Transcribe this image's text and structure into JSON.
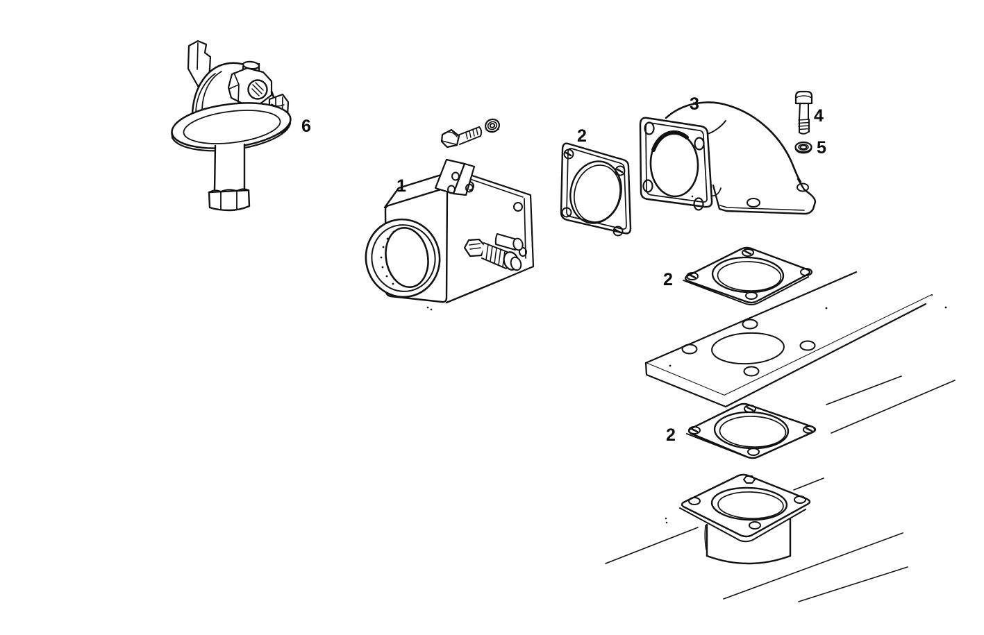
{
  "document": {
    "kind": "exploded-parts-line-drawing",
    "background_color": "#ffffff",
    "line_color": "#111111"
  },
  "callouts": {
    "c1": {
      "label": "1"
    },
    "c2_top": {
      "label": "2"
    },
    "c2_middle": {
      "label": "2"
    },
    "c2_bottom": {
      "label": "2"
    },
    "c3": {
      "label": "3"
    },
    "c4": {
      "label": "4"
    },
    "c5": {
      "label": "5"
    },
    "c6": {
      "label": "6"
    }
  }
}
